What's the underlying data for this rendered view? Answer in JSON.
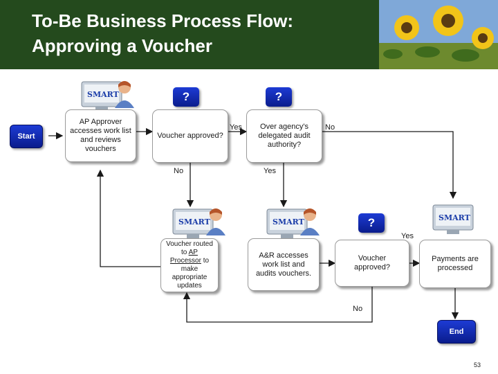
{
  "title": {
    "line1": "To-Be Business Process Flow:",
    "line2": "Approving a Voucher"
  },
  "nodes": {
    "start": "Start",
    "ap_approver": "AP Approver accesses work list and reviews vouchers",
    "voucher_approved_1": "Voucher approved?",
    "over_agency": "Over agency's delegated audit authority?",
    "voucher_routed_pre": "Voucher routed to ",
    "voucher_routed_link": "AP Processor",
    "voucher_routed_post": " to make appropriate updates",
    "ar_accesses": "A&R accesses work list and audits vouchers.",
    "voucher_approved_2": "Voucher approved?",
    "payments": "Payments are processed",
    "end": "End"
  },
  "badges": {
    "question": "?",
    "smart": "SMART"
  },
  "labels": {
    "yes_1": "Yes",
    "no_1": "No",
    "no_2": "No",
    "yes_2": "Yes",
    "yes_3": "Yes",
    "no_3": "No"
  },
  "page_number": "53",
  "colors": {
    "header_bg": "#244a1d",
    "badge_blue": "#0a1c8c",
    "connector": "#1a1a1a"
  }
}
